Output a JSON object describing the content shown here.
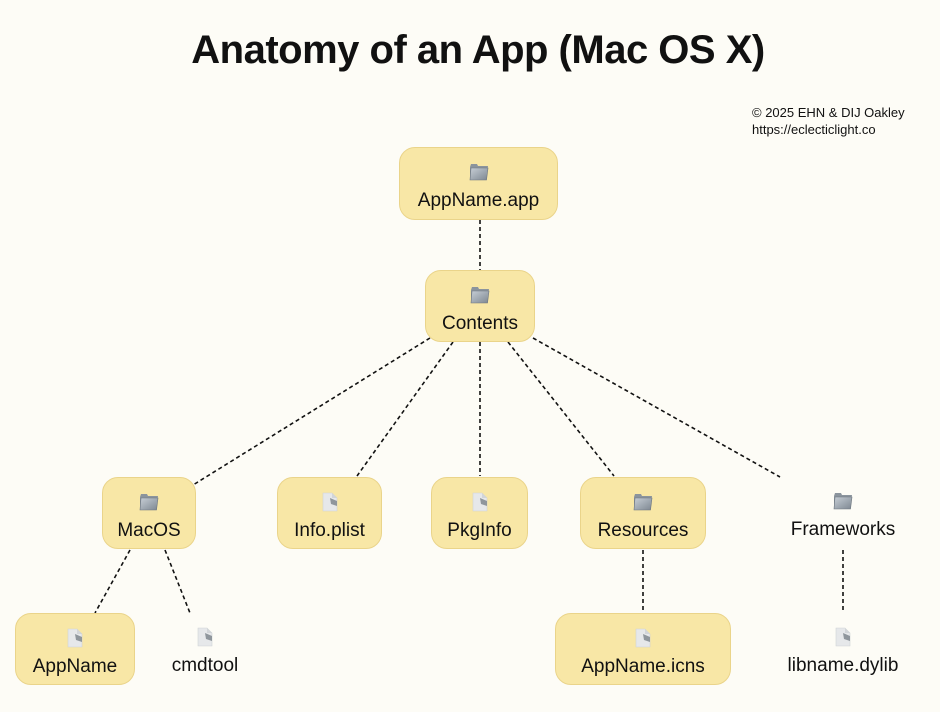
{
  "title": "Anatomy of an App (Mac OS X)",
  "credit": {
    "line1": "© 2025 EHN & DIJ Oakley",
    "line2": "https://eclecticlight.co"
  },
  "colors": {
    "background": "#fdfcf6",
    "node_fill": "#f8e7a6",
    "node_border": "#ead48a",
    "link": "#111111"
  },
  "nodes": {
    "app": {
      "label": "AppName.app",
      "icon": "folder-icon",
      "boxed": true
    },
    "contents": {
      "label": "Contents",
      "icon": "folder-icon",
      "boxed": true
    },
    "macos": {
      "label": "MacOS",
      "icon": "folder-icon",
      "boxed": true
    },
    "infoplist": {
      "label": "Info.plist",
      "icon": "document-icon",
      "boxed": true
    },
    "pkginfo": {
      "label": "PkgInfo",
      "icon": "document-icon",
      "boxed": true
    },
    "resources": {
      "label": "Resources",
      "icon": "folder-icon",
      "boxed": true
    },
    "frameworks": {
      "label": "Frameworks",
      "icon": "folder-icon",
      "boxed": false
    },
    "appname": {
      "label": "AppName",
      "icon": "document-icon",
      "boxed": true
    },
    "cmdtool": {
      "label": "cmdtool",
      "icon": "document-icon",
      "boxed": false
    },
    "icns": {
      "label": "AppName.icns",
      "icon": "document-icon",
      "boxed": true
    },
    "dylib": {
      "label": "libname.dylib",
      "icon": "document-icon",
      "boxed": false
    }
  },
  "edges": [
    [
      "app",
      "contents"
    ],
    [
      "contents",
      "macos"
    ],
    [
      "contents",
      "infoplist"
    ],
    [
      "contents",
      "pkginfo"
    ],
    [
      "contents",
      "resources"
    ],
    [
      "contents",
      "frameworks"
    ],
    [
      "macos",
      "appname"
    ],
    [
      "macos",
      "cmdtool"
    ],
    [
      "resources",
      "icns"
    ],
    [
      "frameworks",
      "dylib"
    ]
  ]
}
